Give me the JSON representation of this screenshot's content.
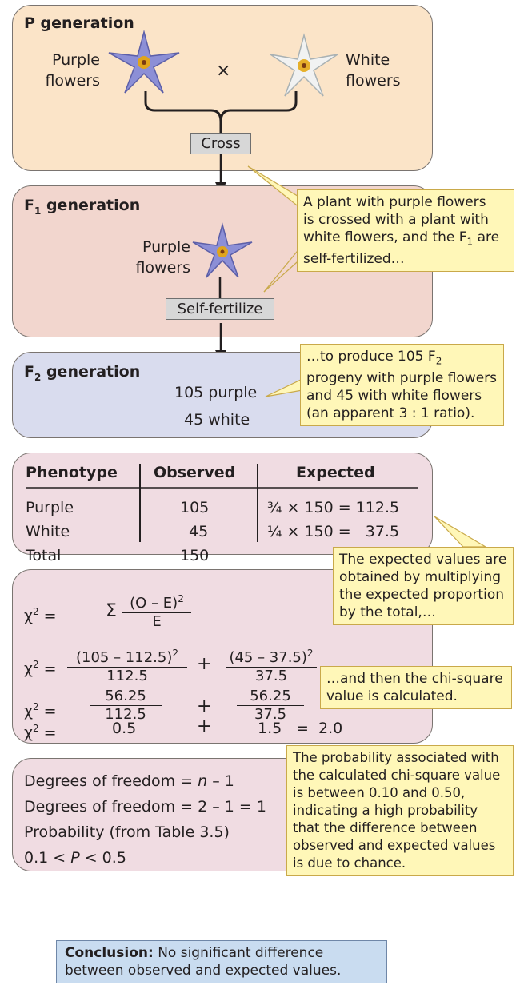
{
  "p_generation": {
    "heading": "P generation",
    "left_label_1": "Purple",
    "left_label_2": "flowers",
    "cross_symbol": "×",
    "right_label_1": "White",
    "right_label_2": "flowers",
    "cross_box": "Cross"
  },
  "f1_generation": {
    "heading_main": "F",
    "heading_sub": "1",
    "heading_rest": " generation",
    "label_1": "Purple",
    "label_2": "flowers",
    "selfing_box": "Self-fertilize"
  },
  "f2_generation": {
    "heading_main": "F",
    "heading_sub": "2",
    "heading_rest": " generation",
    "purple": "105 purple",
    "white": "45 white"
  },
  "callouts": {
    "c1_line1": "A plant with purple flowers",
    "c1_line2": "is crossed with a plant with",
    "c1_line3a": "white flowers, and the F",
    "c1_line3sub": "1",
    "c1_line3b": " are",
    "c1_line4": "self-fertilized…",
    "c2_line1a": "…to produce 105 F",
    "c2_line1sub": "2",
    "c2_line2": "progeny with purple flowers",
    "c2_line3": "and 45 with white flowers",
    "c2_line4": "(an apparent 3 : 1 ratio).",
    "c3_line1": "The expected values are",
    "c3_line2": "obtained by multiplying",
    "c3_line3": "the expected proportion",
    "c3_line4": "by the total,…",
    "c4_line1": "…and then the chi-square",
    "c4_line2": "value is calculated.",
    "c5_line1": "The probability associated with",
    "c5_line2": "the calculated chi-square value",
    "c5_line3": "is between 0.10 and 0.50,",
    "c5_line4": "indicating a high probability",
    "c5_line5": "that the difference between",
    "c5_line6": "observed and expected values",
    "c5_line7": "is due to chance."
  },
  "table": {
    "headers": [
      "Phenotype",
      "Observed",
      "Expected"
    ],
    "rows": [
      {
        "phenotype": "Purple",
        "observed": "105",
        "expected": "¾ × 150 = 112.5"
      },
      {
        "phenotype": "White",
        "observed": "45",
        "expected": "¼ × 150 =   37.5"
      },
      {
        "phenotype": "Total",
        "observed": "150",
        "expected": ""
      }
    ]
  },
  "chi": {
    "chi_lhs": "χ",
    "sq": "2",
    "eq": " =",
    "sigma": "Σ",
    "formula_num": "(O – E)",
    "formula_den": "E",
    "r2_num1": "(105 – 112.5)",
    "r2_den1": "112.5",
    "r2_num2": "(45 – 37.5)",
    "r2_den2": "37.5",
    "plus": "+",
    "r3_num1": "56.25",
    "r3_den1": "112.5",
    "r3_num2": "56.25",
    "r3_den2": "37.5",
    "r4_a": "0.5",
    "r4_b": "1.5",
    "r4_c": "=  2.0"
  },
  "dof": {
    "line1_a": "Degrees of freedom = ",
    "line1_n": "n",
    "line1_b": " – 1",
    "line2": "Degrees of freedom = 2 – 1 = 1",
    "line3": "Probability (from Table 3.5)",
    "line4_a": "0.1 < ",
    "line4_p": "P",
    "line4_b": " < 0.5"
  },
  "conclusion": {
    "bold": "Conclusion:",
    "line1_rest": " No significant difference",
    "line2": "between observed and expected values."
  }
}
